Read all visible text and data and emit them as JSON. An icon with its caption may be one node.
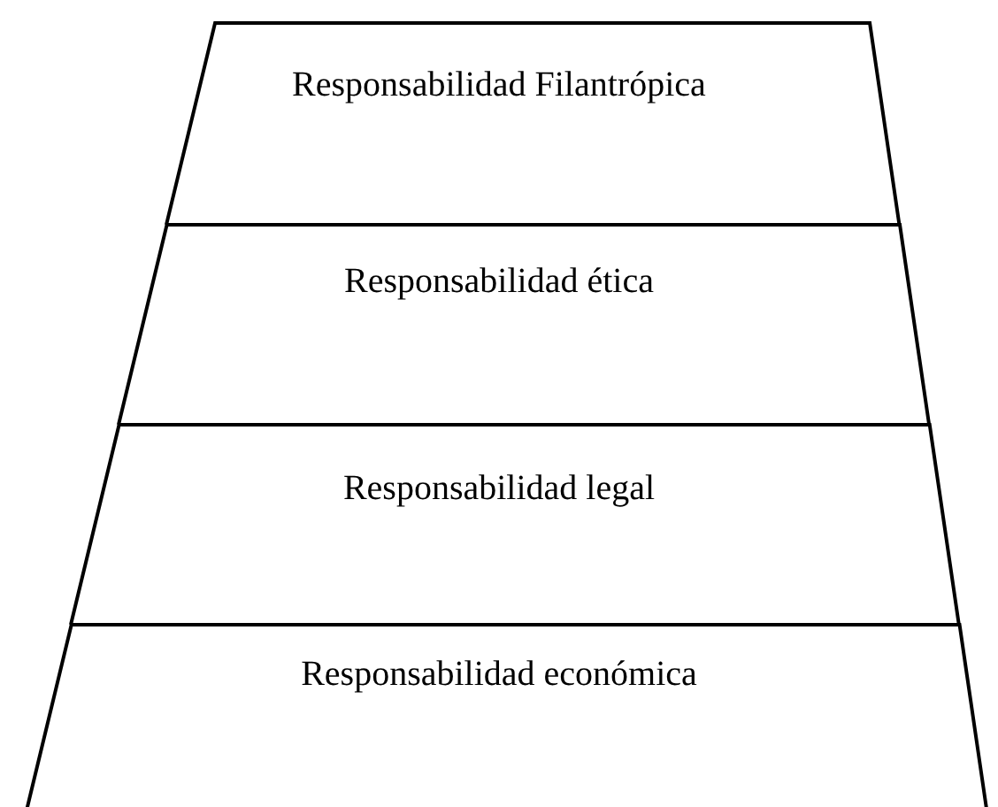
{
  "diagram": {
    "nodes": [
      {
        "text": [
          "Responsabilidad Filantrópica"
        ]
      },
      {
        "text": [
          "Responsabilidad ética"
        ]
      },
      {
        "text": [
          "Responsabilidad legal"
        ]
      },
      {
        "text": [
          "Responsabilidad económica"
        ]
      }
    ]
  }
}
